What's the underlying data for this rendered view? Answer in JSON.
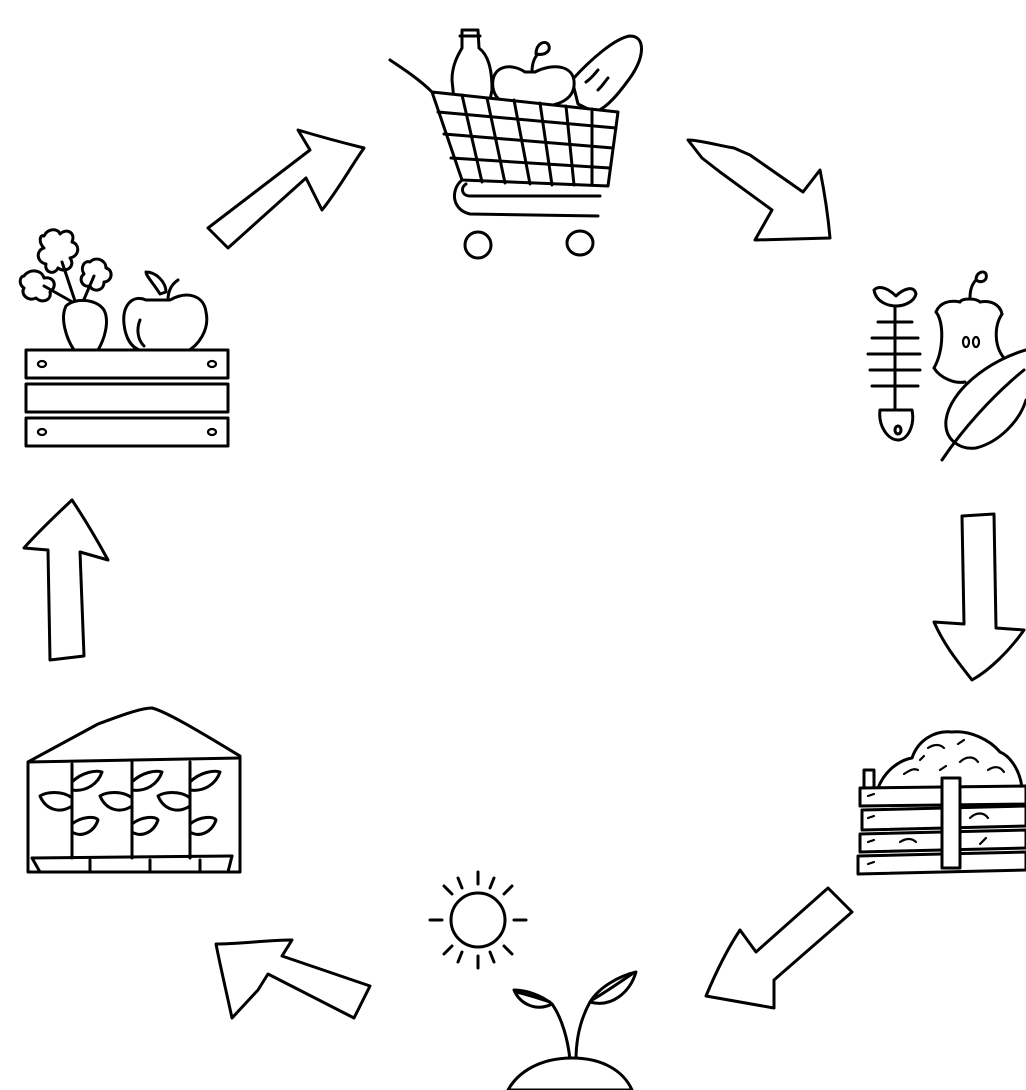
{
  "diagram": {
    "stages": [
      {
        "id": "shopping",
        "icon": "shopping-cart-icon"
      },
      {
        "id": "food-waste",
        "icon": "food-scraps-icon"
      },
      {
        "id": "composting",
        "icon": "compost-bin-icon"
      },
      {
        "id": "sprouting",
        "icon": "sprout-sun-icon"
      },
      {
        "id": "growing",
        "icon": "greenhouse-icon"
      },
      {
        "id": "harvest",
        "icon": "harvest-crate-icon"
      }
    ],
    "arrows": [
      {
        "from": "shopping",
        "to": "food-waste"
      },
      {
        "from": "food-waste",
        "to": "composting"
      },
      {
        "from": "composting",
        "to": "sprouting"
      },
      {
        "from": "sprouting",
        "to": "growing"
      },
      {
        "from": "growing",
        "to": "harvest"
      },
      {
        "from": "harvest",
        "to": "shopping"
      }
    ],
    "colors": {
      "ink": "#000000",
      "background": "#ffffff"
    }
  }
}
